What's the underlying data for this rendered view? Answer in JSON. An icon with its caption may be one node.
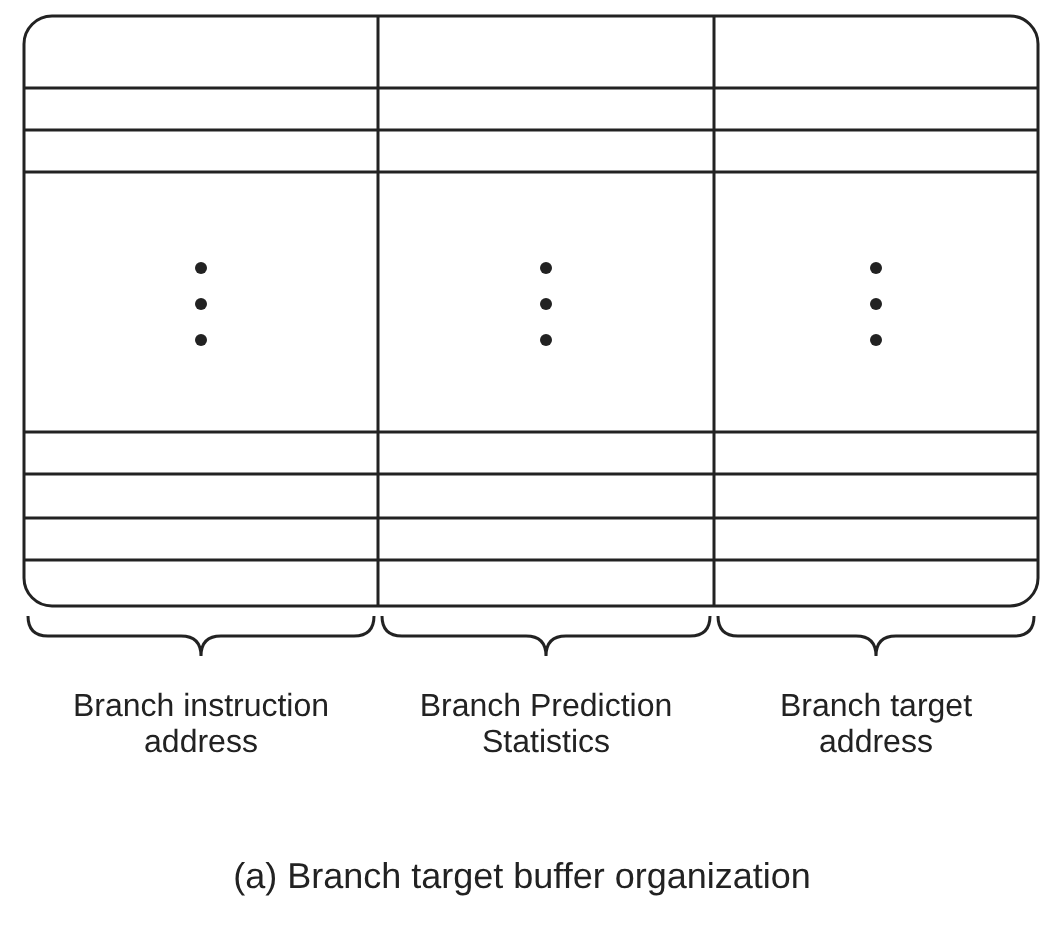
{
  "diagram": {
    "caption": "(a) Branch target buffer organization",
    "labels": [
      "Branch instruction address",
      "Branch Prediction Statistics",
      "Branch target address"
    ]
  }
}
